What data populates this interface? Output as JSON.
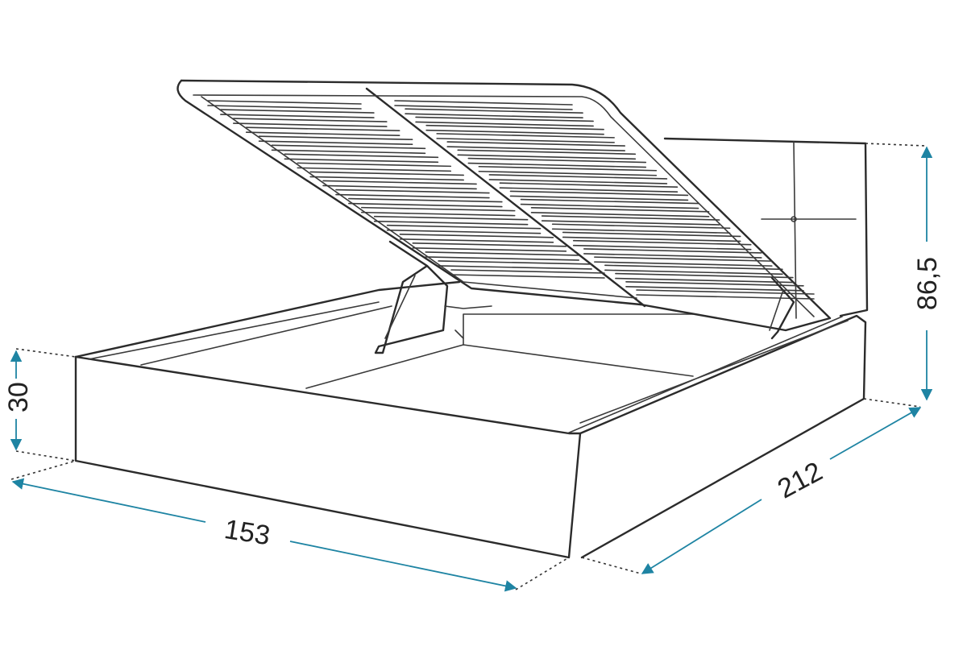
{
  "diagram": {
    "dimensions": {
      "height_base": "30",
      "width": "153",
      "length": "212",
      "headboard_height": "86,5"
    },
    "colors": {
      "outline": "#2b2b2b",
      "dimension_line": "#1e84a3",
      "background": "#ffffff"
    }
  }
}
